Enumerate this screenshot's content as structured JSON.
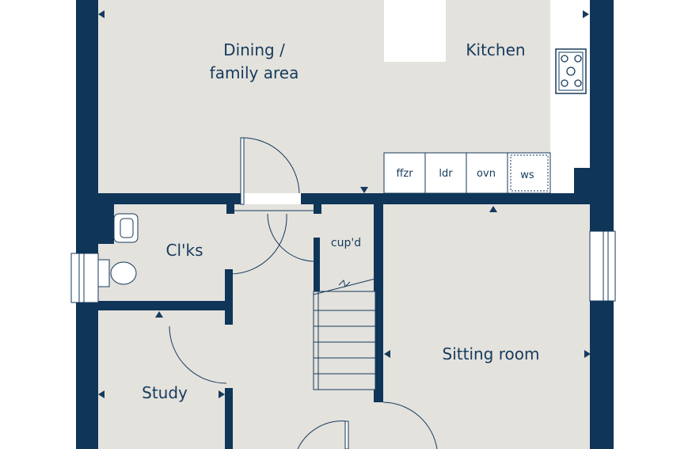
{
  "colors": {
    "wall": "#0f3559",
    "floor": "#e4e2dd",
    "white": "#ffffff",
    "line": "#163a5c"
  },
  "rooms": {
    "dining": {
      "line1": "Dining /",
      "line2": "family area"
    },
    "kitchen": "Kitchen",
    "cloaks": "Cl'ks",
    "cupboard": "cup'd",
    "sitting": "Sitting room",
    "study": "Study"
  },
  "appliances": {
    "fridge_freezer": "ffzr",
    "laundry": "ldr",
    "oven": "ovn",
    "washer": "ws"
  }
}
